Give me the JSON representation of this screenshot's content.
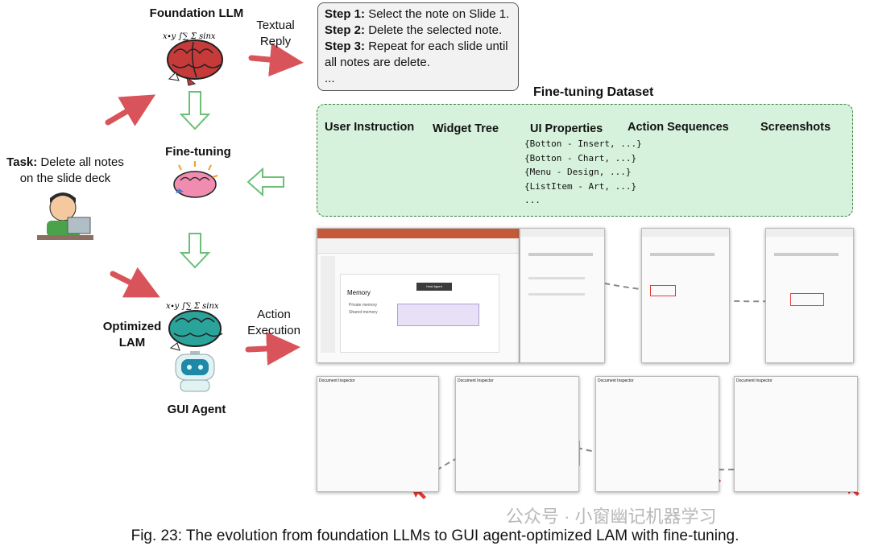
{
  "foundation_llm_label": "Foundation LLM",
  "finetuning_label": "Fine-tuning",
  "optimized_lam_label": "Optimized LAM",
  "gui_agent_label": "GUI Agent",
  "textual_reply_label": "Textual Reply",
  "action_execution_label": "Action Execution",
  "task": {
    "prefix": "Task:",
    "text": "Delete all notes on the slide deck"
  },
  "steps": [
    {
      "label": "Step 1:",
      "text": "Select the note on Slide 1."
    },
    {
      "label": "Step 2:",
      "text": "Delete the selected note."
    },
    {
      "label": "Step 3:",
      "text": "Repeat for each slide until all notes are delete."
    }
  ],
  "steps_ellipsis": "...",
  "dataset": {
    "title": "Fine-tuning Dataset",
    "columns": [
      "User Instruction",
      "Widget Tree",
      "UI Properties",
      "Action Sequences",
      "Screenshots"
    ],
    "ui_properties": [
      "{Botton -  Insert, ...}",
      "{Botton - Chart,  ...}",
      "{Menu  -  Design, ...}",
      "{ListItem  -  Art, ...}",
      "..."
    ]
  },
  "ppt_slide": {
    "title": "Memory",
    "bullets": [
      "Private memory",
      "Shared memory"
    ],
    "node_label": "Host Agent"
  },
  "dialog_title": "Document Inspector",
  "watermark": "公众号 · 小窗幽记机器学习",
  "caption": "Fig. 23: The evolution from foundation LLMs to GUI agent-optimized LAM with fine-tuning.",
  "colors": {
    "arrow_red": "#d9545a",
    "arrow_green": "#7fc98a",
    "dataset_bg": "#d6f2dc",
    "brain_red": "#c73a3a",
    "brain_teal": "#2aa39a"
  }
}
